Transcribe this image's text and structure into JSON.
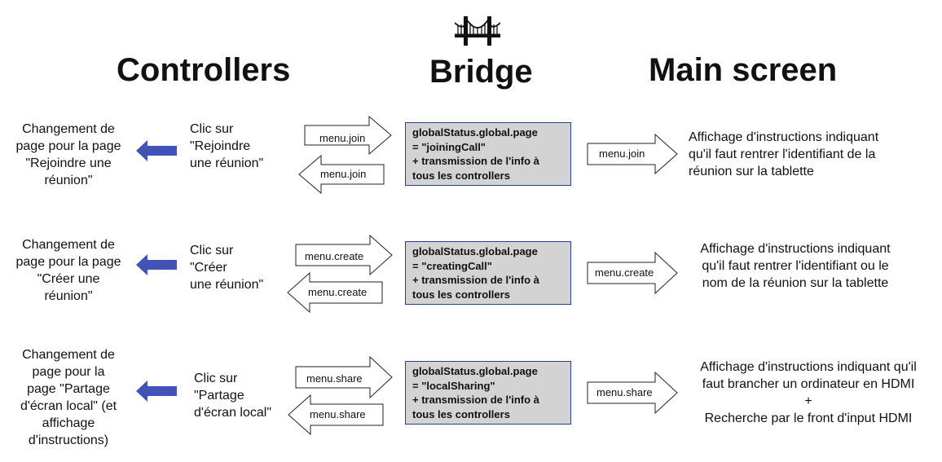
{
  "titles": {
    "controllers": "Controllers",
    "bridge": "Bridge",
    "main_screen": "Main screen"
  },
  "rows": [
    {
      "controller_lines": [
        "Changement de",
        "page pour la page",
        "\"Rejoindre une",
        "réunion\""
      ],
      "click_lines": [
        "Clic sur",
        "\"Rejoindre",
        "une réunion\""
      ],
      "out_label": "menu.join",
      "back_label": "menu.join",
      "bridge_lines": [
        "globalStatus.global.page",
        "= \"joiningCall\"",
        "+ transmission  de l'info à",
        "tous  les controllers"
      ],
      "main_label": "menu.join",
      "main_lines": [
        "Affichage d'instructions indiquant",
        "qu'il faut rentrer l'identifiant de la",
        "réunion sur la tablette"
      ]
    },
    {
      "controller_lines": [
        "Changement de",
        "page pour la page",
        "\"Créer une",
        "réunion\""
      ],
      "click_lines": [
        "Clic sur",
        "\"Créer",
        "une réunion\""
      ],
      "out_label": "menu.create",
      "back_label": "menu.create",
      "bridge_lines": [
        "globalStatus.global.page",
        "= \"creatingCall\"",
        "+ transmission  de l'info à",
        "tous  les controllers"
      ],
      "main_label": "menu.create",
      "main_lines": [
        "Affichage d'instructions indiquant",
        "qu'il faut rentrer l'identifiant ou le",
        "nom de la réunion sur la tablette"
      ]
    },
    {
      "controller_lines": [
        "Changement de",
        "page pour la",
        "page \"Partage",
        "d'écran local\" (et",
        "affichage",
        "d'instructions)"
      ],
      "click_lines": [
        "Clic sur",
        "\"Partage",
        "d'écran local\""
      ],
      "out_label": "menu.share",
      "back_label": "menu.share",
      "bridge_lines": [
        "globalStatus.global.page",
        "= \"localSharing\"",
        "+ transmission  de l'info à",
        "tous  les controllers"
      ],
      "main_label": "menu.share",
      "main_lines": [
        "Affichage d'instructions indiquant qu'il",
        "faut brancher un ordinateur en HDMI",
        "+",
        "Recherche par le front d'input HDMI"
      ]
    }
  ],
  "colors": {
    "blue_arrow": "#4253b8",
    "bridge_box_fill": "#d3d3d3",
    "bridge_box_border": "#2a3d8f"
  },
  "icons": {
    "bridge": "bridge-icon"
  }
}
